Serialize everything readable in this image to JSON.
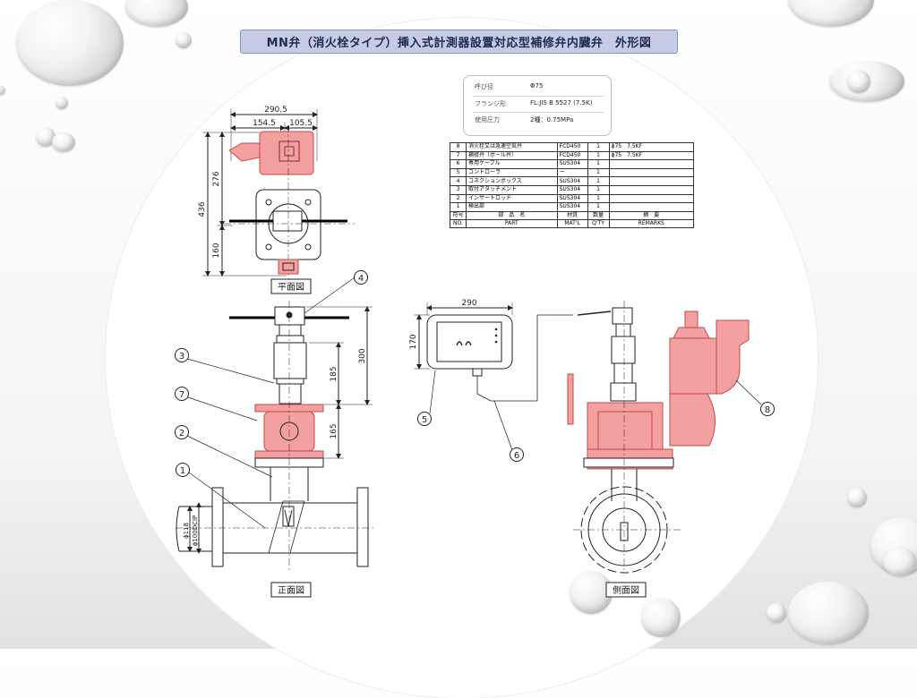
{
  "title": "MN弁（消火栓タイプ）挿入式計測器設置対応型補修弁内臓弁　外形図",
  "spec": [
    {
      "key": "呼び径",
      "value": "Φ75"
    },
    {
      "key": "フランジ形",
      "value": "FL:JIS B 5527 (7.5K)"
    },
    {
      "key": "使用圧力",
      "value": "2種：0.75MPa"
    }
  ],
  "parts": {
    "rows": [
      {
        "no": "8",
        "name": "消火栓又は急速空気弁",
        "mat": "FCD450",
        "qty": "1",
        "remarks": "ϕ75　7.5KF"
      },
      {
        "no": "7",
        "name": "補修弁（ボール弁）",
        "mat": "FCD450",
        "qty": "1",
        "remarks": "ϕ75　7.5KF"
      },
      {
        "no": "6",
        "name": "専用ケーブル",
        "mat": "SUS304",
        "qty": "1",
        "remarks": ""
      },
      {
        "no": "5",
        "name": "コントローラ",
        "mat": "ー",
        "qty": "1",
        "remarks": ""
      },
      {
        "no": "4",
        "name": "コネクションボックス",
        "mat": "SUS304",
        "qty": "1",
        "remarks": ""
      },
      {
        "no": "3",
        "name": "取付アタッチメント",
        "mat": "SUS304",
        "qty": "1",
        "remarks": ""
      },
      {
        "no": "2",
        "name": "インサートロッド",
        "mat": "SUS304",
        "qty": "1",
        "remarks": ""
      },
      {
        "no": "1",
        "name": "検出部",
        "mat": "SUS304",
        "qty": "1",
        "remarks": ""
      }
    ],
    "header_jp": {
      "no": "符号",
      "name": "部　品　名",
      "mat": "材質",
      "qty": "数量",
      "remarks": "摘　要"
    },
    "header_en": {
      "no": "NO.",
      "name": "PART",
      "mat": "MAT'L",
      "qty": "Q'TY",
      "remarks": "REMARKS"
    }
  },
  "views": {
    "plan": "平面図",
    "front": "正面図",
    "side": "側面図"
  },
  "dims": {
    "plan_total": "290.5",
    "plan_left": "154.5",
    "plan_right": "105.5",
    "plan_height": "436",
    "plan_upper": "276",
    "plan_lower": "160",
    "front_total": "300",
    "front_upper": "185",
    "front_lower": "165",
    "front_dia1": "ϕ118",
    "front_dia2": "ϕ100DCIP",
    "ctrl_width": "290",
    "ctrl_height": "170"
  },
  "balloons": [
    "1",
    "2",
    "3",
    "4",
    "5",
    "6",
    "7",
    "8"
  ],
  "colors": {
    "highlight": "#f2a0a0",
    "highlight_stroke": "#c84848",
    "title_bg": "#c5cce3",
    "line": "#222222"
  }
}
